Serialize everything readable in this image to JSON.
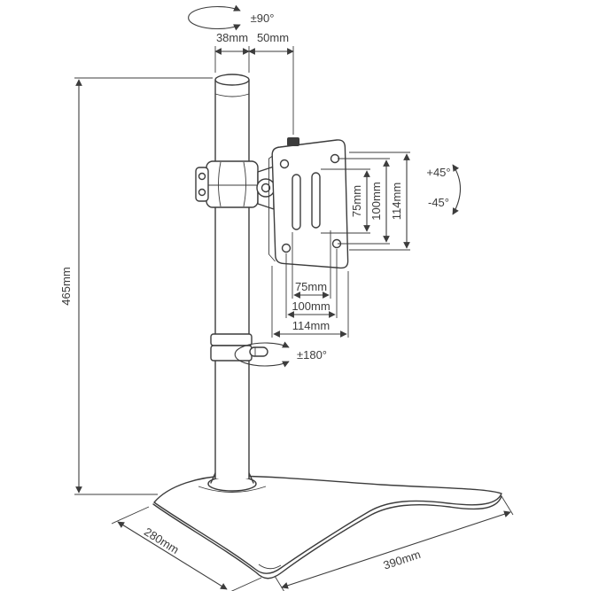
{
  "diagram": {
    "background": "#ffffff",
    "line_color": "#3c3c3c",
    "dimensions": {
      "pole_height": "465mm",
      "pole_diameter": "38mm",
      "arm_offset": "50mm",
      "swivel_range": "±90°",
      "tilt_up": "+45°",
      "tilt_down": "-45°",
      "rotation_range": "±180°",
      "vesa_vertical": [
        "75mm",
        "100mm",
        "114mm"
      ],
      "vesa_horizontal": [
        "75mm",
        "100mm",
        "114mm"
      ],
      "base_depth": "280mm",
      "base_width": "390mm"
    }
  }
}
